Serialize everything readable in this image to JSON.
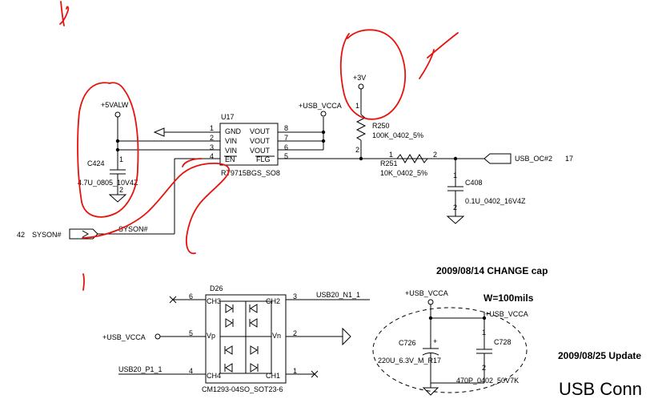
{
  "colors": {
    "wire": "#000000",
    "markup": "#e8120c",
    "background": "#ffffff"
  },
  "u17": {
    "ref": "U17",
    "part": "RT9715BGS_SO8",
    "pins": {
      "gnd": "GND",
      "vin_a": "VIN",
      "vin_b": "VIN",
      "en": "EN",
      "vout_a": "VOUT",
      "vout_b": "VOUT",
      "vout_c": "VOUT",
      "flg": "FLG"
    },
    "pin_numbers": {
      "p1": "1",
      "p2": "2",
      "p3": "3",
      "p4": "4",
      "p5": "5",
      "p6": "6",
      "p7": "7",
      "p8": "8"
    }
  },
  "nets": {
    "v5alw": "+5VALW",
    "usb_vcca_top": "+USB_VCCA",
    "v3": "+3V",
    "usb_oc": "USB_OC#2",
    "usb_oc_page": "17",
    "syson_in": "SYSON#",
    "syson_page": "42",
    "syson_wire": "SYSON#",
    "usb20_n1": "USB20_N1_1",
    "usb20_p1": "USB20_P1_1",
    "usb_vcca_d26": "+USB_VCCA",
    "usb_vcca_c726": "+USB_VCCA",
    "usb_vcca_c728": "+USB_VCCA"
  },
  "c424": {
    "ref": "C424",
    "value": "4.7U_0805_10V4Z",
    "pin1": "1",
    "pin2": "2"
  },
  "r250": {
    "ref": "R250",
    "value": "100K_0402_5%",
    "pin1": "1",
    "pin2": "2"
  },
  "r251": {
    "ref": "R251",
    "value": "10K_0402_5%",
    "pin1": "1",
    "pin2": "2"
  },
  "c408": {
    "ref": "C408",
    "value": "0.1U_0402_16V4Z",
    "pin1": "1",
    "pin2": "2"
  },
  "d26": {
    "ref": "D26",
    "part": "CM1293-04SO_SOT23-6",
    "pins": {
      "ch3": "CH3",
      "ch2": "CH2",
      "vp": "Vp",
      "vn": "Vn",
      "ch4": "CH4",
      "ch1": "CH1"
    },
    "pin_numbers": {
      "p1": "1",
      "p2": "2",
      "p3": "3",
      "p4": "4",
      "p5": "5",
      "p6": "6"
    }
  },
  "c726": {
    "ref": "C726",
    "value": "220U_6.3V_M_R17",
    "plus": "+"
  },
  "c728": {
    "ref": "C728",
    "value": "470P_0402_50V7K",
    "pin1": "1",
    "pin2": "2"
  },
  "notes": {
    "change_cap": "2009/08/14 CHANGE cap",
    "width": "W=100mils",
    "update": "2009/08/25 Update",
    "title": "USB Conn"
  }
}
